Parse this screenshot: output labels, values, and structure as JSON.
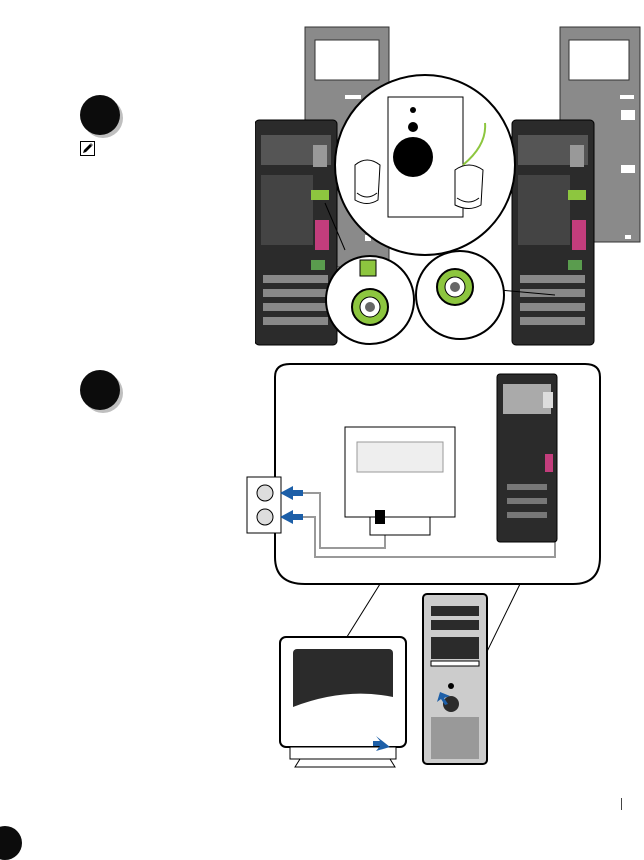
{
  "page": {
    "steps": [
      {
        "id": "step-1"
      },
      {
        "id": "step-2"
      }
    ],
    "icons": {
      "note": "note-pencil-icon",
      "step_marker": "step-number-badge"
    },
    "colors": {
      "audio_jack_green": "#8dc63f",
      "arrow_blue": "#1d5fa8",
      "panel_gray": "#8a8a8a",
      "chassis_dark": "#2b2b2b"
    }
  }
}
